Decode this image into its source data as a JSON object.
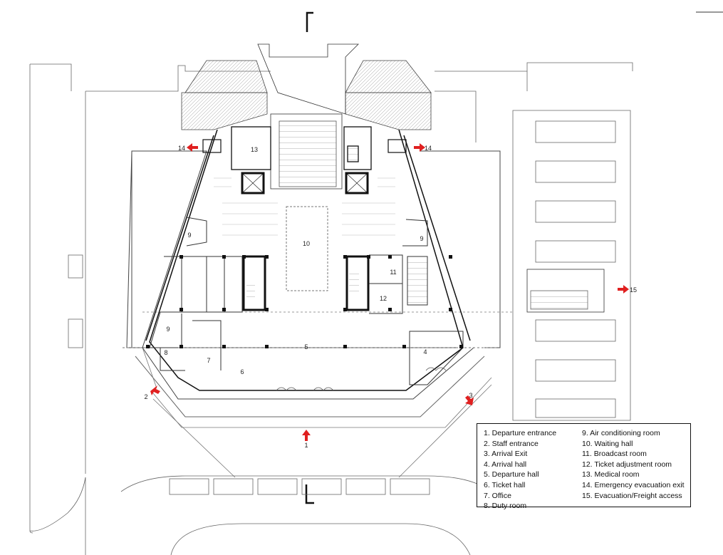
{
  "labels": {
    "r1": "1",
    "r2": "2",
    "r3": "3",
    "r4": "4",
    "r5": "5",
    "r6": "6",
    "r7": "7",
    "r8": "8",
    "r9a": "9",
    "r9b": "9",
    "r9c": "9",
    "r10": "10",
    "r11": "11",
    "r12": "12",
    "r13": "13",
    "r14a": "14",
    "r14b": "14",
    "r15": "15"
  },
  "legend": {
    "col1": [
      "1. Departure entrance",
      "2. Staff entrance",
      "3. Arrival Exit",
      "4. Arrival hall",
      "5. Departure hall",
      "6. Ticket hall",
      "7. Office",
      "8. Duty room"
    ],
    "col2": [
      "9. Air conditioning room",
      "10. Waiting hall",
      "11. Broadcast room",
      "12. Ticket adjustment room",
      "13. Medical room",
      "14. Emergency evacuation exit",
      "15. Evacuation/Freight access"
    ]
  },
  "colors": {
    "line": "#555555",
    "wall": "#111111",
    "arrow": "#e02020",
    "text": "#222222"
  }
}
